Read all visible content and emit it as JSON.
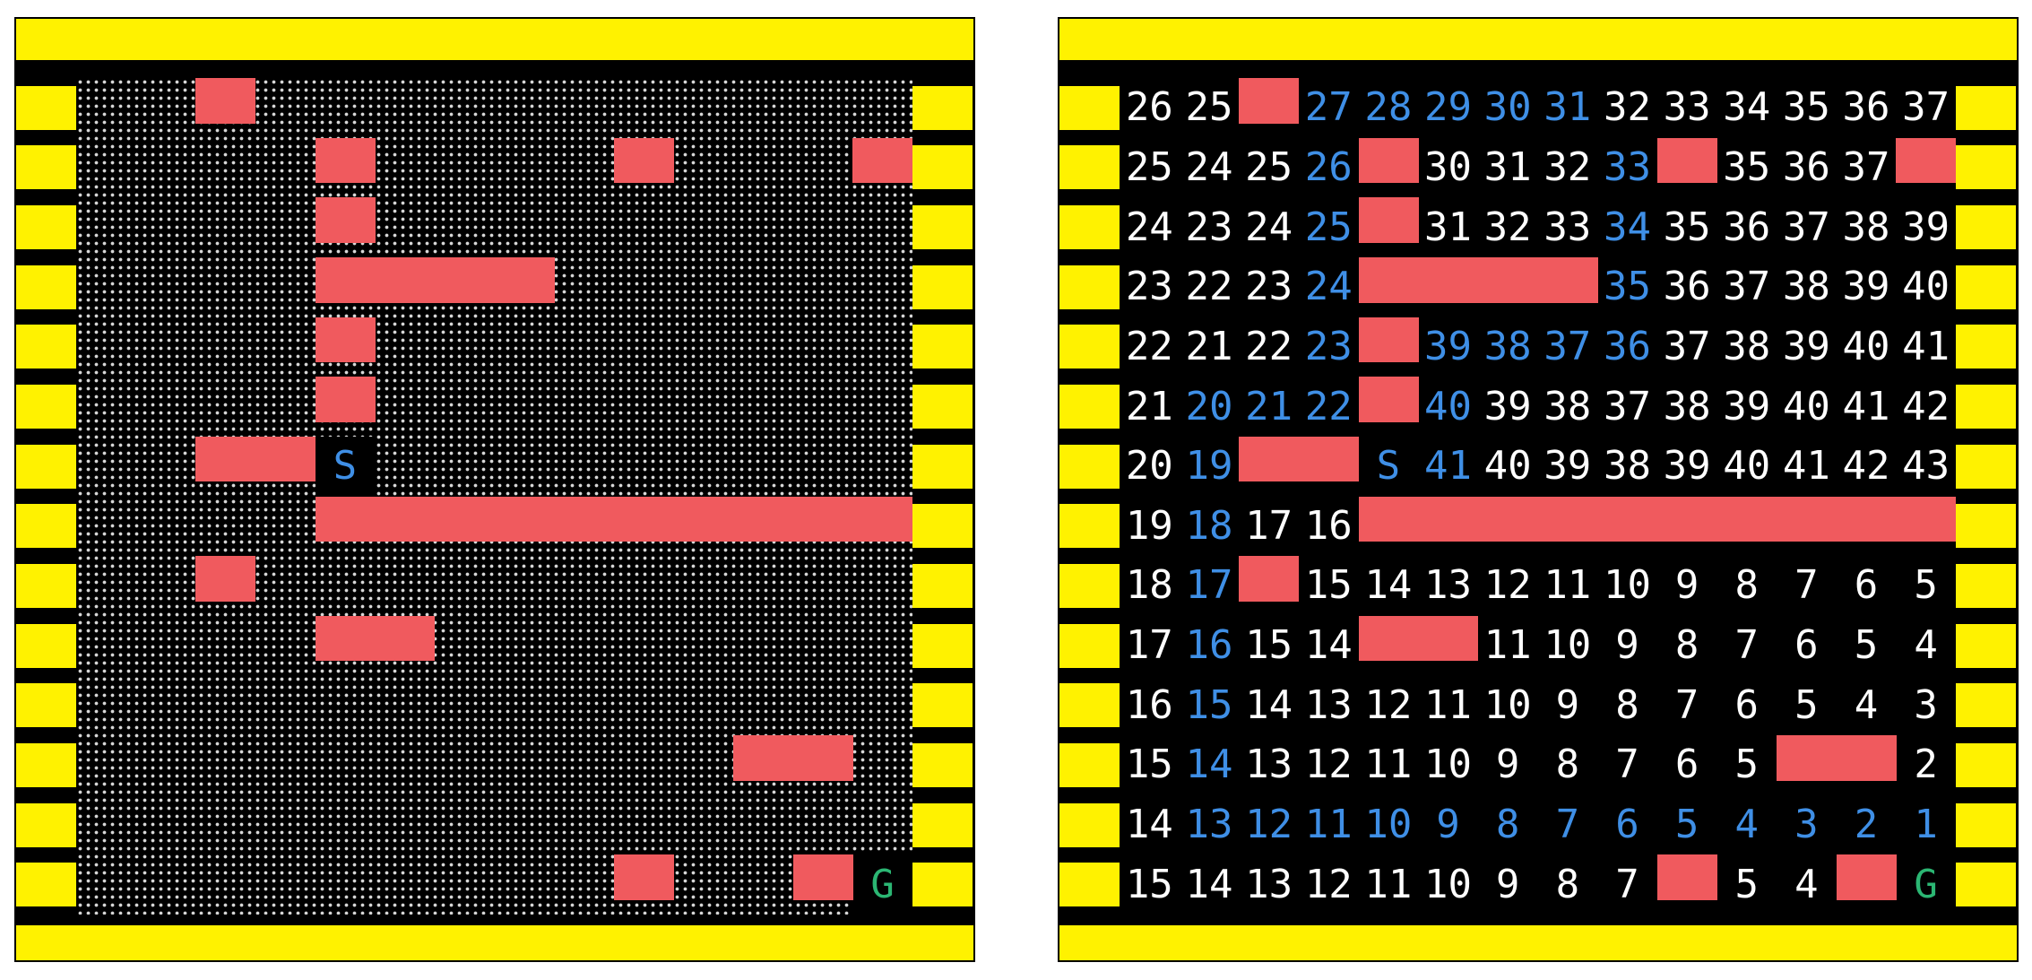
{
  "grid": {
    "rows": 14,
    "cols": 14,
    "start": [
      6,
      4
    ],
    "goal": [
      13,
      13
    ]
  },
  "colors": {
    "wall": "#fff200",
    "obstacle": "#f05a5e",
    "path": "#3f8fe6",
    "number": "#ffffff",
    "goal": "#2bb673",
    "floor": "#000000"
  },
  "obstacles": [
    [
      0,
      2
    ],
    [
      1,
      4
    ],
    [
      1,
      9
    ],
    [
      1,
      13
    ],
    [
      2,
      4
    ],
    [
      3,
      4
    ],
    [
      3,
      5
    ],
    [
      3,
      6
    ],
    [
      3,
      7
    ],
    [
      4,
      4
    ],
    [
      5,
      4
    ],
    [
      6,
      2
    ],
    [
      6,
      3
    ],
    [
      7,
      4
    ],
    [
      7,
      5
    ],
    [
      7,
      6
    ],
    [
      7,
      7
    ],
    [
      7,
      8
    ],
    [
      7,
      9
    ],
    [
      7,
      10
    ],
    [
      7,
      11
    ],
    [
      7,
      12
    ],
    [
      7,
      13
    ],
    [
      8,
      2
    ],
    [
      9,
      4
    ],
    [
      9,
      5
    ],
    [
      11,
      11
    ],
    [
      11,
      12
    ],
    [
      13,
      9
    ],
    [
      13,
      12
    ]
  ],
  "left_panel": {
    "clear_cells": [
      [
        6,
        4
      ],
      [
        13,
        13
      ]
    ],
    "start_label": "S",
    "goal_label": "G"
  },
  "right_panel": {
    "rows": [
      [
        "26",
        "25",
        "",
        "27",
        "28",
        "29",
        "30",
        "31",
        "32",
        "33",
        "34",
        "35",
        "36",
        "37"
      ],
      [
        "25",
        "24",
        "25",
        "26",
        "",
        "30",
        "31",
        "32",
        "33",
        "",
        "35",
        "36",
        "37",
        ""
      ],
      [
        "24",
        "23",
        "24",
        "25",
        "",
        "31",
        "32",
        "33",
        "34",
        "35",
        "36",
        "37",
        "38",
        "39"
      ],
      [
        "23",
        "22",
        "23",
        "24",
        "",
        "",
        "",
        "",
        "35",
        "36",
        "37",
        "38",
        "39",
        "40"
      ],
      [
        "22",
        "21",
        "22",
        "23",
        "",
        "39",
        "38",
        "37",
        "36",
        "37",
        "38",
        "39",
        "40",
        "41"
      ],
      [
        "21",
        "20",
        "21",
        "22",
        "",
        "40",
        "39",
        "38",
        "37",
        "38",
        "39",
        "40",
        "41",
        "42"
      ],
      [
        "20",
        "19",
        "",
        "",
        "S",
        "41",
        "40",
        "39",
        "38",
        "39",
        "40",
        "41",
        "42",
        "43"
      ],
      [
        "19",
        "18",
        "17",
        "16",
        "",
        "",
        "",
        "",
        "",
        "",
        "",
        "",
        "",
        ""
      ],
      [
        "18",
        "17",
        "",
        "15",
        "14",
        "13",
        "12",
        "11",
        "10",
        "9",
        "8",
        "7",
        "6",
        "5"
      ],
      [
        "17",
        "16",
        "15",
        "14",
        "",
        "",
        "11",
        "10",
        "9",
        "8",
        "7",
        "6",
        "5",
        "4"
      ],
      [
        "16",
        "15",
        "14",
        "13",
        "12",
        "11",
        "10",
        "9",
        "8",
        "7",
        "6",
        "5",
        "4",
        "3"
      ],
      [
        "15",
        "14",
        "13",
        "12",
        "11",
        "10",
        "9",
        "8",
        "7",
        "6",
        "5",
        "",
        "",
        "2"
      ],
      [
        "14",
        "13",
        "12",
        "11",
        "10",
        "9",
        "8",
        "7",
        "6",
        "5",
        "4",
        "3",
        "2",
        "1"
      ],
      [
        "15",
        "14",
        "13",
        "12",
        "11",
        "10",
        "9",
        "8",
        "7",
        "",
        "5",
        "4",
        "",
        "G"
      ]
    ],
    "path_cells": [
      [
        0,
        3
      ],
      [
        0,
        4
      ],
      [
        0,
        5
      ],
      [
        0,
        6
      ],
      [
        0,
        7
      ],
      [
        1,
        3
      ],
      [
        1,
        8
      ],
      [
        2,
        3
      ],
      [
        2,
        8
      ],
      [
        3,
        3
      ],
      [
        3,
        8
      ],
      [
        4,
        3
      ],
      [
        4,
        5
      ],
      [
        4,
        6
      ],
      [
        4,
        7
      ],
      [
        4,
        8
      ],
      [
        5,
        1
      ],
      [
        5,
        2
      ],
      [
        5,
        3
      ],
      [
        5,
        5
      ],
      [
        6,
        1
      ],
      [
        6,
        4
      ],
      [
        6,
        5
      ],
      [
        7,
        1
      ],
      [
        8,
        1
      ],
      [
        9,
        1
      ],
      [
        10,
        1
      ],
      [
        11,
        1
      ],
      [
        12,
        1
      ],
      [
        12,
        2
      ],
      [
        12,
        3
      ],
      [
        12,
        4
      ],
      [
        12,
        5
      ],
      [
        12,
        6
      ],
      [
        12,
        7
      ],
      [
        12,
        8
      ],
      [
        12,
        9
      ],
      [
        12,
        10
      ],
      [
        12,
        11
      ],
      [
        12,
        12
      ],
      [
        12,
        13
      ]
    ]
  }
}
